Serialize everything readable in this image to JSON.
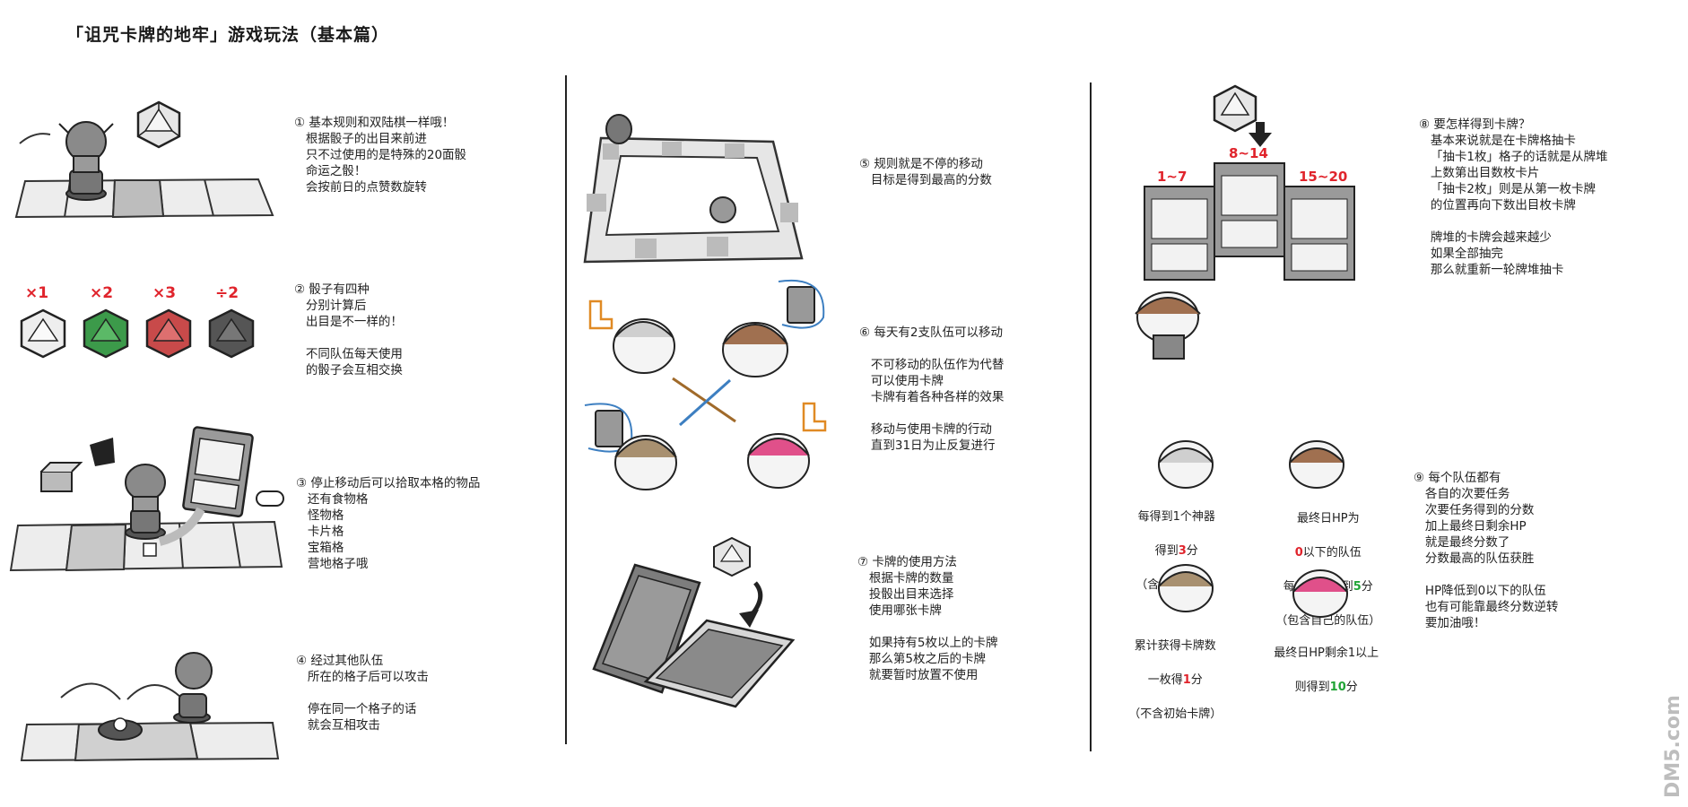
{
  "title": "「诅咒卡牌的地牢」游戏玩法（基本篇）",
  "column1": {
    "step1": "① 基本规则和双陆棋一样哦！\n   根据骰子的出目来前进\n   只不过使用的是特殊的20面骰\n   命运之骰！\n   会按前日的点赞数旋转",
    "dice_labels": [
      "×1",
      "×2",
      "×3",
      "÷2"
    ],
    "step2": "② 骰子有四种\n   分别计算后\n   出目是不一样的！\n\n   不同队伍每天使用\n   的骰子会互相交换",
    "step3": "③ 停止移动后可以拾取本格的物品\n   还有食物格\n   怪物格\n   卡片格\n   宝箱格\n   营地格子哦",
    "step4": "④ 经过其他队伍\n   所在的格子后可以攻击\n\n   停在同一个格子的话\n   就会互相攻击"
  },
  "column2": {
    "step5": "⑤ 规则就是不停的移动\n   目标是得到最高的分数",
    "step6": "⑥ 每天有2支队伍可以移动\n\n   不可移动的队伍作为代替\n   可以使用卡牌\n   卡牌有着各种各样的效果\n\n   移动与使用卡牌的行动\n   直到31日为止反复进行",
    "step7": "⑦ 卡牌的使用方法\n   根据卡牌的数量\n   投骰出目来选择\n   使用哪张卡牌\n\n   如果持有5枚以上的卡牌\n   那么第5枚之后的卡牌\n   就要暂时放置不使用"
  },
  "column3": {
    "card_ranges": [
      "1~7",
      "8~14",
      "15~20"
    ],
    "step8": "⑧ 要怎样得到卡牌？\n   基本来说就是在卡牌格抽卡\n   「抽卡1枚」格子的话就是从牌堆\n   上数第出目数枚卡片\n   「抽卡2枚」则是从第一枚卡牌\n   的位置再向下数出目枚卡牌\n\n   牌堆的卡牌会越来越少\n   如果全部抽完\n   那么就重新一轮牌堆抽卡",
    "score_a": {
      "l1": "每得到1个神器",
      "l2a": "得到",
      "num": "3",
      "l2b": "分",
      "l3": "（含初始神器）"
    },
    "score_b": {
      "l1": "最终日HP为",
      "l2num": "0",
      "l2": "以下的队伍",
      "l3a": "每有一支得到",
      "num": "5",
      "l3b": "分",
      "l4": "（包含自己的队伍）"
    },
    "score_c": {
      "l1": "累计获得卡牌数",
      "l2a": "一枚得",
      "num": "1",
      "l2b": "分",
      "l3": "（不含初始卡牌）"
    },
    "score_d": {
      "l1": "最终日HP剩余1以上",
      "l2a": "则得到",
      "num": "10",
      "l2b": "分"
    },
    "step9": "⑨ 每个队伍都有\n   各自的次要任务\n   次要任务得到的分数\n   加上最终日剩余HP\n   就是最终分数了\n   分数最高的队伍获胜\n\n   HP降低到0以下的队伍\n   也有可能靠最终分数逆转\n   要加油哦！"
  },
  "watermark": "DM5.com",
  "colors": {
    "red": "#e0242c",
    "green": "#1fa335",
    "blue": "#3d7fc1",
    "orange": "#e08a24",
    "dice_green": "#3c9a4a",
    "dice_red": "#c84a4a",
    "dice_dark": "#555555"
  }
}
